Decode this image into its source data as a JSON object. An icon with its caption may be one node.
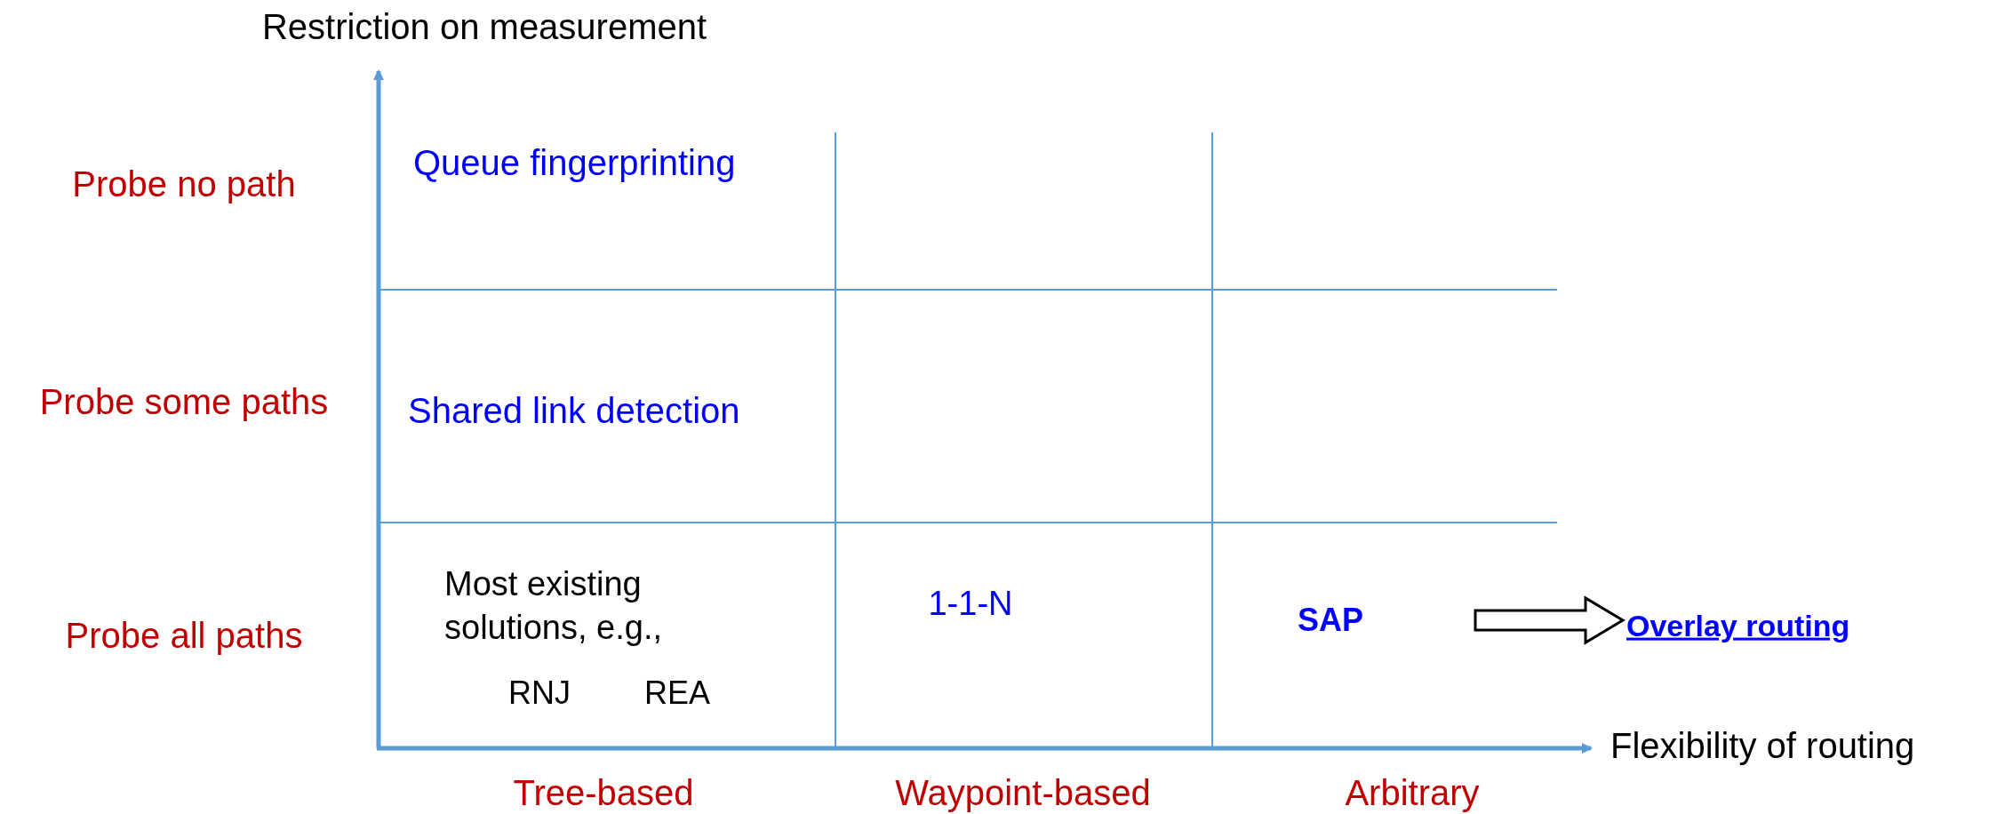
{
  "diagram": {
    "nodes": [
      {
        "text": [
          "SAP"
        ]
      },
      {
        "text": [
          "Overlay routing"
        ]
      }
    ],
    "edges": [
      {
        "from": 0,
        "to": 1,
        "arrow": "to"
      }
    ],
    "labels": [
      "Restriction on measurement",
      "Probe no path",
      "Queue fingerprinting",
      "Probe some paths",
      "Shared link detection",
      "Probe all paths",
      "Most existing solutions, e.g.,",
      "1-1-N",
      "RNJ",
      "REA",
      "Flexibility of routing",
      "Tree-based",
      "Waypoint-based",
      "Arbitrary"
    ]
  }
}
